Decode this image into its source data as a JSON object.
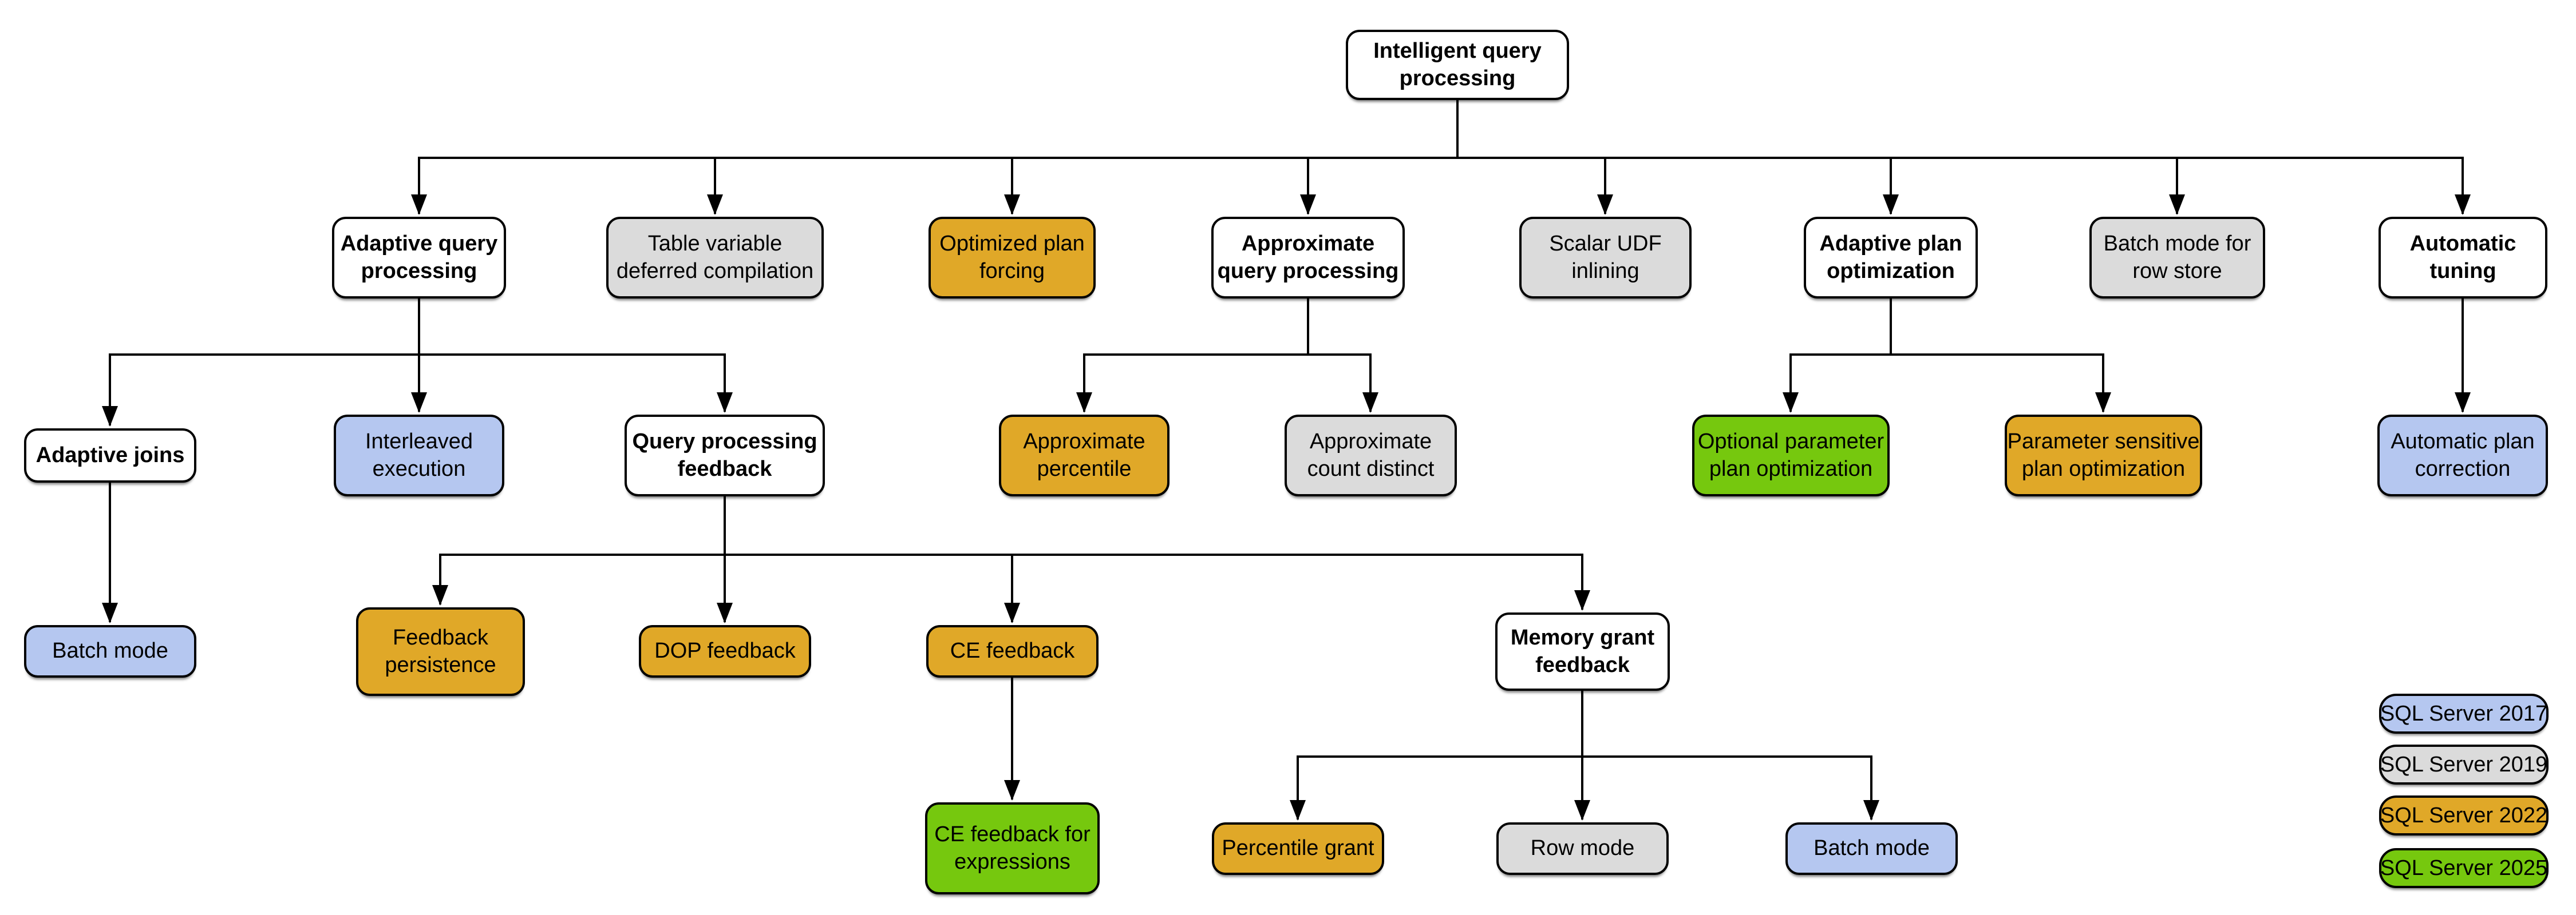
{
  "palette": {
    "base": "#FFFFFF",
    "2017": "#B5C7F0",
    "2019": "#DBDBDB",
    "2022": "#E0A828",
    "2025": "#76C80E"
  },
  "nodes": [
    {
      "id": "intelligent-query-processing",
      "version": "base",
      "lines": [
        "Intelligent query",
        "processing"
      ]
    },
    {
      "id": "adaptive-query-processing",
      "version": "base",
      "lines": [
        "Adaptive query",
        "processing"
      ]
    },
    {
      "id": "table-variable-deferred-compilation",
      "version": "2019",
      "lines": [
        "Table variable",
        "deferred compilation"
      ]
    },
    {
      "id": "optimized-plan-forcing",
      "version": "2022",
      "lines": [
        "Optimized plan",
        "forcing"
      ]
    },
    {
      "id": "approximate-query-processing",
      "version": "base",
      "lines": [
        "Approximate",
        "query processing"
      ]
    },
    {
      "id": "scalar-udf-inlining",
      "version": "2019",
      "lines": [
        "Scalar UDF",
        "inlining"
      ]
    },
    {
      "id": "adaptive-plan-optimization",
      "version": "base",
      "lines": [
        "Adaptive plan",
        "optimization"
      ]
    },
    {
      "id": "batch-mode-for-row-store",
      "version": "2019",
      "lines": [
        "Batch mode for",
        "row store"
      ]
    },
    {
      "id": "automatic-tuning",
      "version": "base",
      "lines": [
        "Automatic",
        "tuning"
      ]
    },
    {
      "id": "adaptive-joins",
      "version": "base",
      "lines": [
        "Adaptive joins"
      ]
    },
    {
      "id": "interleaved-execution",
      "version": "2017",
      "lines": [
        "Interleaved",
        "execution"
      ]
    },
    {
      "id": "query-processing-feedback",
      "version": "base",
      "lines": [
        "Query processing",
        "feedback"
      ]
    },
    {
      "id": "approximate-percentile",
      "version": "2022",
      "lines": [
        "Approximate",
        "percentile"
      ]
    },
    {
      "id": "approximate-count-distinct",
      "version": "2019",
      "lines": [
        "Approximate",
        "count distinct"
      ]
    },
    {
      "id": "optional-parameter-plan-optimization",
      "version": "2025",
      "lines": [
        "Optional parameter",
        "plan optimization"
      ]
    },
    {
      "id": "parameter-sensitive-plan-optimization",
      "version": "2022",
      "lines": [
        "Parameter sensitive",
        "plan optimization"
      ]
    },
    {
      "id": "automatic-plan-correction",
      "version": "2017",
      "lines": [
        "Automatic plan",
        "correction"
      ]
    },
    {
      "id": "batch-mode-adaptive-joins",
      "version": "2017",
      "lines": [
        "Batch mode"
      ]
    },
    {
      "id": "feedback-persistence",
      "version": "2022",
      "lines": [
        "Feedback",
        "persistence"
      ]
    },
    {
      "id": "dop-feedback",
      "version": "2022",
      "lines": [
        "DOP feedback"
      ]
    },
    {
      "id": "ce-feedback",
      "version": "2022",
      "lines": [
        "CE feedback"
      ]
    },
    {
      "id": "memory-grant-feedback",
      "version": "base",
      "lines": [
        "Memory grant",
        "feedback"
      ]
    },
    {
      "id": "ce-feedback-for-expressions",
      "version": "2025",
      "lines": [
        "CE feedback for",
        "expressions"
      ]
    },
    {
      "id": "percentile-grant",
      "version": "2022",
      "lines": [
        "Percentile grant"
      ]
    },
    {
      "id": "row-mode",
      "version": "2019",
      "lines": [
        "Row mode"
      ]
    },
    {
      "id": "batch-mode-memory-grant",
      "version": "2017",
      "lines": [
        "Batch mode"
      ]
    }
  ],
  "legend": [
    {
      "label": "SQL Server 2017",
      "version": "2017"
    },
    {
      "label": "SQL Server 2019",
      "version": "2019"
    },
    {
      "label": "SQL Server 2022",
      "version": "2022"
    },
    {
      "label": "SQL Server 2025",
      "version": "2025"
    }
  ]
}
